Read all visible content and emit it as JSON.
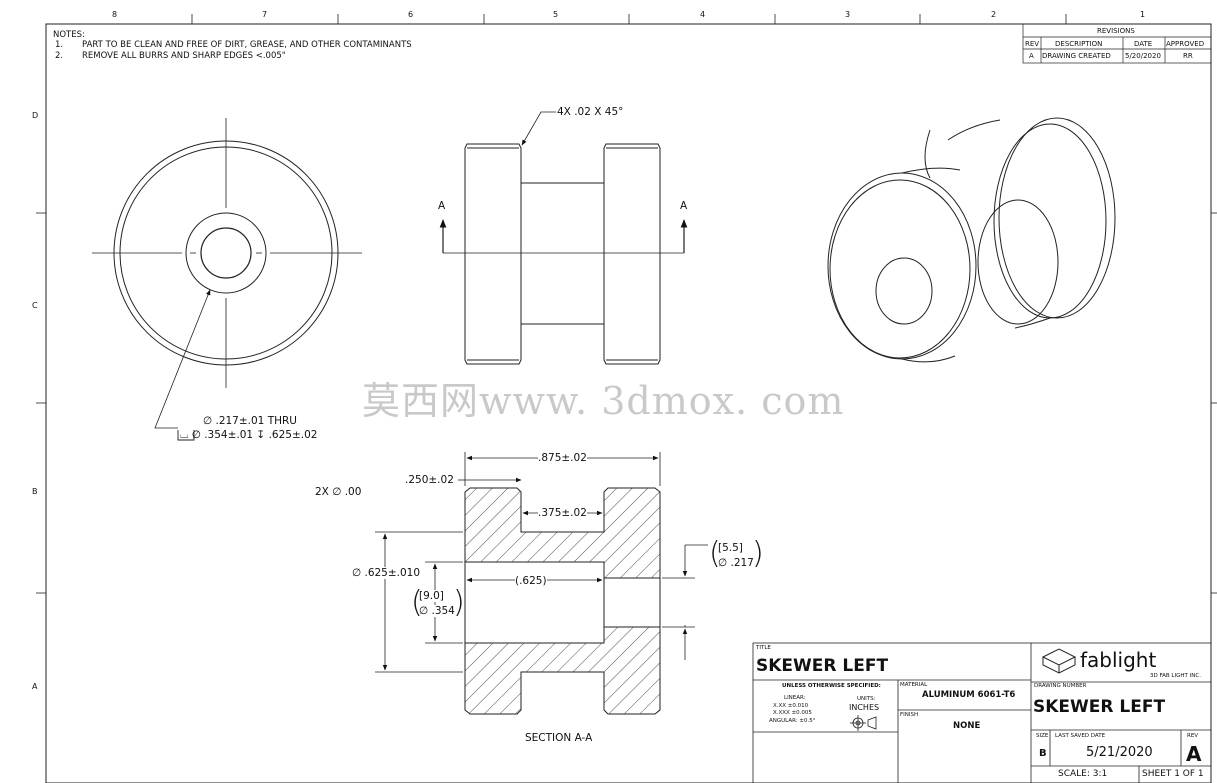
{
  "zones": {
    "columns": [
      "8",
      "7",
      "6",
      "5",
      "4",
      "3",
      "2",
      "1"
    ],
    "rows": [
      "D",
      "C",
      "B",
      "A"
    ]
  },
  "notes": {
    "header": "NOTES:",
    "items": [
      {
        "num": "1.",
        "text": "PART TO BE CLEAN AND FREE OF DIRT, GREASE, AND OTHER CONTAMINANTS"
      },
      {
        "num": "2.",
        "text": "REMOVE ALL BURRS AND SHARP EDGES <.005\""
      }
    ]
  },
  "revisions": {
    "title": "REVISIONS",
    "headers": [
      "REV",
      "DESCRIPTION",
      "DATE",
      "APPROVED"
    ],
    "rows": [
      [
        "A",
        "DRAWING CREATED",
        "5/20/2020",
        "RR"
      ]
    ]
  },
  "views": {
    "hole_callout_1": "∅ .217±.01 THRU",
    "hole_callout_2": "⌴ ∅ .354±.01 ↧ .625±.02",
    "chamfer": "4X .02 X 45°",
    "section_marker": "A",
    "diameter_zero": "2X ∅ .00",
    "section_label": "SECTION A-A"
  },
  "dimensions": {
    "overall_length": ".875±.02",
    "flange_width": ".250±.02",
    "hub_length": ".375±.02",
    "outer_diameter": "∅ .625±.010",
    "bore_ref": "[9.0]",
    "bore_dia": "∅ .354",
    "bore_depth": "(.625)",
    "through_ref": "[5.5]",
    "through_dia": "∅ .217"
  },
  "watermark": "莫西网www. 3dmox. com",
  "title_block": {
    "title_label": "TITLE",
    "title": "SKEWER LEFT",
    "unless": "UNLESS OTHERWISE SPECIFIED:",
    "linear": "LINEAR:",
    "tol_xx": "X.XX  ±0.010",
    "tol_xxx": "X.XXX  ±0.005",
    "angular": "ANGULAR: ±0.5°",
    "units_label": "UNITS:",
    "units": "INCHES",
    "material_label": "MATERIAL",
    "material": "ALUMINUM 6061-T6",
    "finish_label": "FINISH",
    "finish": "NONE",
    "logo": "fablight",
    "company": "3D FAB LIGHT INC.",
    "drawing_number_label": "DRAWING NUMBER",
    "drawing_number": "SKEWER LEFT",
    "size_label": "SIZE",
    "size": "B",
    "saved_label": "LAST SAVED DATE",
    "saved": "5/21/2020",
    "rev_label": "REV",
    "rev": "A",
    "scale": "SCALE: 3:1",
    "sheet": "SHEET 1 OF 1"
  }
}
